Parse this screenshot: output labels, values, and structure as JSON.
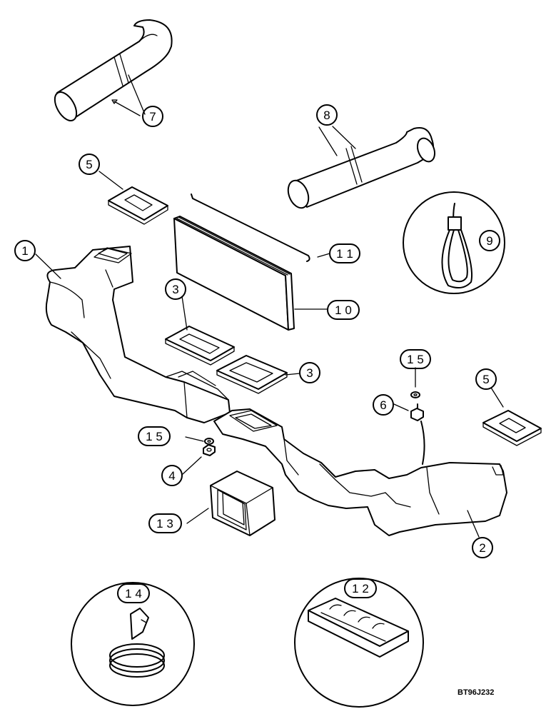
{
  "callouts": {
    "c1": "1",
    "c2": "2",
    "c3a": "3",
    "c3b": "3",
    "c4": "4",
    "c5a": "5",
    "c5b": "5",
    "c6": "6",
    "c7": "7",
    "c8": "8",
    "c9": "9",
    "c10": "1 0",
    "c11": "1 1",
    "c12": "1 2",
    "c13": "1 3",
    "c14": "1 4",
    "c15a": "1 5",
    "c15b": "1 5"
  },
  "figure_ref": "BT96J232"
}
